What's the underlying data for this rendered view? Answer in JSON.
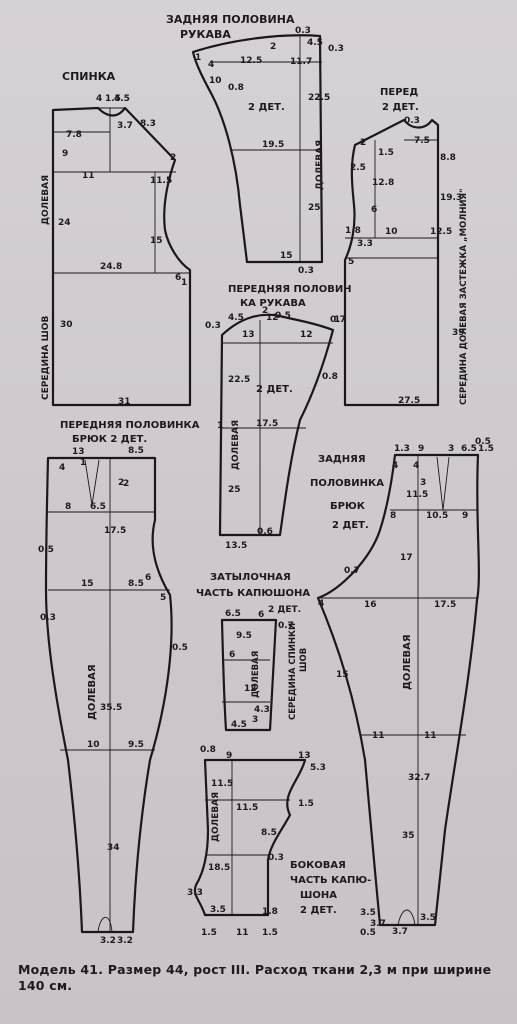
{
  "pieces": {
    "back": {
      "title": "СПИНКА",
      "grain": "ДОЛЕВАЯ",
      "center": "СЕРЕДИНА ШОВ"
    },
    "sleeve_back": {
      "title1": "ЗАДНЯЯ ПОЛОВИНА",
      "title2": "РУКАВА",
      "count": "2 ДЕТ.",
      "grain": "ДОЛЕВАЯ"
    },
    "front": {
      "title1": "ПЕРЕД",
      "title2": "2 ДЕТ.",
      "grain": "СЕРЕДИНА ДОЛЕВАЯ ЗАСТЕЖКА „МОЛНИЯ\""
    },
    "sleeve_front": {
      "title1": "ПЕРЕДНЯЯ ПОЛОВИН",
      "title2": "КА РУКАВА",
      "count": "2 ДЕТ.",
      "grain": "ДОЛЕВАЯ"
    },
    "trousers_front": {
      "title1": "ПЕРЕДНЯЯ ПОЛОВИНКА",
      "title2": "БРЮК 2 ДЕТ.",
      "grain": "ДОЛЕВАЯ"
    },
    "trousers_back": {
      "title1": "ЗАДНЯЯ",
      "title2": "ПОЛОВИНКА",
      "title3": "БРЮК",
      "count": "2 ДЕТ.",
      "grain": "ДОЛЕВАЯ"
    },
    "hood_back": {
      "title1": "ЗАТЫЛОЧНАЯ",
      "title2": "ЧАСТЬ КАПЮШОНА",
      "count": "2 ДЕТ.",
      "grain": "ДОЛЕВАЯ",
      "side": "СЕРЕДИНА СПИНКИ",
      "seam": "ШОВ"
    },
    "hood_side": {
      "title1": "БОКОВАЯ",
      "title2": "ЧАСТЬ КАПЮ-",
      "title3": "ШОНА",
      "count": "2 ДЕТ.",
      "grain": "ДОЛЕВАЯ"
    }
  },
  "dimensions": {
    "back": [
      "4",
      "1.5",
      "4.5",
      "7.8",
      "3.7",
      "8.3",
      "2",
      "9",
      "11",
      "11.5",
      "24",
      "15",
      "6",
      "24.8",
      "30",
      "31",
      "1"
    ],
    "sleeve_back": [
      "0.3",
      "1",
      "4",
      "12.5",
      "2",
      "11.7",
      "4.5",
      "0.3",
      "10",
      "0.8",
      "22.5",
      "19.5",
      "25",
      "15",
      "0.3"
    ],
    "front": [
      "0.3",
      "2",
      "7.5",
      "2.5",
      "8.8",
      "12.8",
      "1.5",
      "19.3",
      "6",
      "1.8",
      "10",
      "12.5",
      "3.3",
      "5",
      "1",
      "39",
      "27.5"
    ],
    "sleeve_front": [
      "0.3",
      "4.5",
      "2",
      "12",
      "0.5",
      "0.7",
      "13",
      "12",
      "22.5",
      "0.8",
      "17.5",
      "25",
      "0.6",
      "13.5",
      "1"
    ],
    "trousers_front": [
      "13",
      "1",
      "8.5",
      "2",
      "4",
      "8",
      "6.5",
      "0.5",
      "17.5",
      "15",
      "8.5",
      "6",
      "5",
      "0.3",
      "0.5",
      "35.5",
      "10",
      "9.5",
      "34",
      "3.2",
      "3.2",
      "2"
    ],
    "trousers_back": [
      "1.3",
      "9",
      "3",
      "6.5",
      "1.5",
      "0.5",
      "4",
      "4",
      "11.5",
      "3",
      "8",
      "10.5",
      "9",
      "17",
      "0.7",
      "4",
      "16",
      "17.5",
      "15",
      "32.7",
      "11",
      "11",
      "35",
      "0.5",
      "3.5",
      "3.7",
      "3.7",
      "3.5"
    ],
    "hood_back": [
      "6.5",
      "6",
      "9.5",
      "6",
      "0.7",
      "12",
      "4.3",
      "4.5",
      "3"
    ],
    "hood_side": [
      "0.8",
      "9",
      "13",
      "11.5",
      "5.3",
      "11.5",
      "1.5",
      "8.5",
      "18.5",
      "0.3",
      "3.3",
      "3.5",
      "1.8",
      "1.5",
      "11",
      "1.5"
    ]
  },
  "caption": "Модель 41. Размер 44, рост III. Расход ткани 2,3 м при ширине 140 см."
}
